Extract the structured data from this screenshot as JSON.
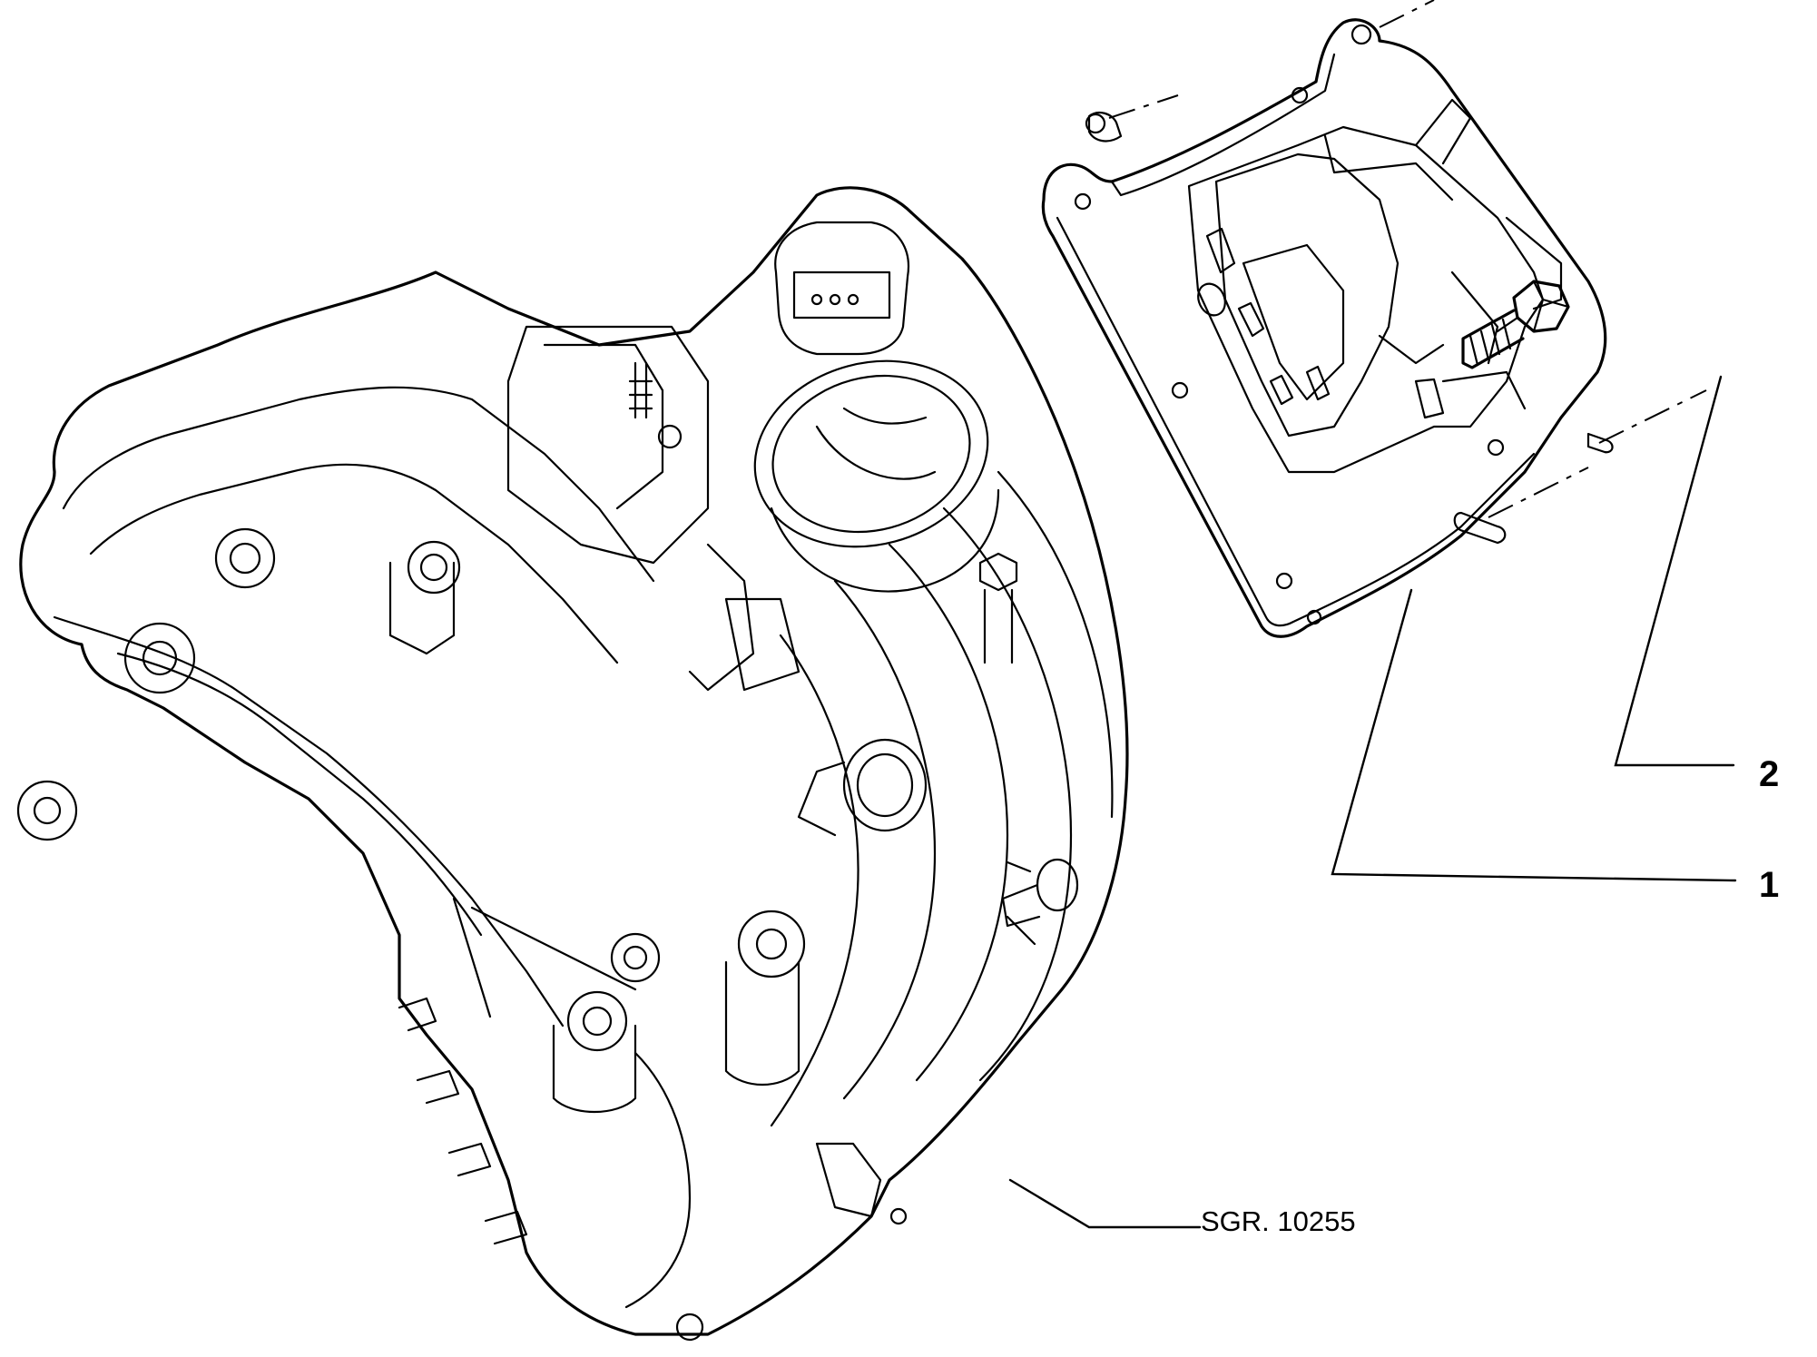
{
  "callouts": [
    {
      "id": "1",
      "label": "1"
    },
    {
      "id": "2",
      "label": "2"
    }
  ],
  "reference": {
    "label": "SGR. 10255"
  },
  "colors": {
    "line": "#000000",
    "background": "#ffffff"
  }
}
